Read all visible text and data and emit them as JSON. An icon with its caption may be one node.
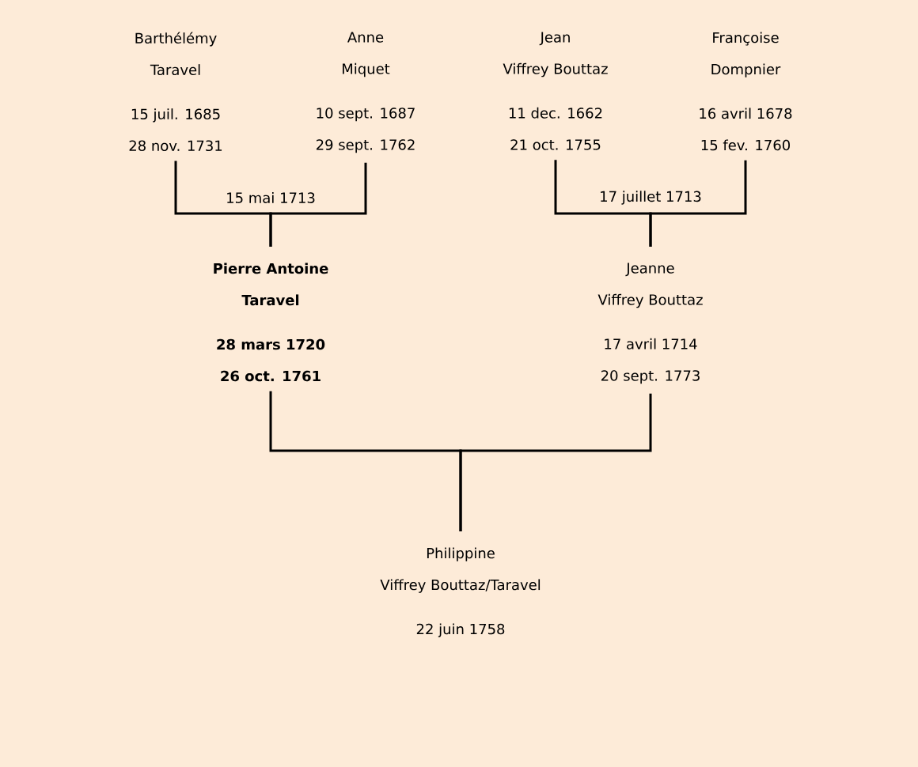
{
  "diagram": {
    "nodes": [
      {
        "text": [
          "Barthélémy",
          "Taravel",
          "15 juil. 1685",
          "28 nov. 1731"
        ]
      },
      {
        "text": [
          "Anne",
          "Miquet",
          "10 sept. 1687",
          "29 sept. 1762"
        ]
      },
      {
        "text": [
          "Jean",
          "Viffrey Bouttaz",
          "11 dec. 1662",
          "21 oct. 1755"
        ]
      },
      {
        "text": [
          "Françoise",
          "Dompnier",
          "16 avril 1678",
          "15 fev. 1760"
        ]
      },
      {
        "text": [
          "Pierre Antoine",
          "Taravel",
          "28 mars 1720",
          "26 oct. 1761"
        ]
      },
      {
        "text": [
          "Jeanne",
          "Viffrey Bouttaz",
          "17 avril 1714",
          "20 sept. 1773"
        ]
      },
      {
        "text": [
          "Philippine",
          "Viffrey Bouttaz/Taravel",
          "22 juin 1758"
        ]
      }
    ],
    "edges": [
      {
        "from": 0,
        "to": 4,
        "arrow": "none",
        "label": "15 mai 1713"
      },
      {
        "from": 1,
        "to": 4,
        "arrow": "none"
      },
      {
        "from": 2,
        "to": 5,
        "arrow": "none",
        "label": "17 juillet 1713"
      },
      {
        "from": 3,
        "to": 5,
        "arrow": "none"
      },
      {
        "from": 4,
        "to": 6,
        "arrow": "none"
      },
      {
        "from": 5,
        "to": 6,
        "arrow": "none"
      }
    ]
  }
}
